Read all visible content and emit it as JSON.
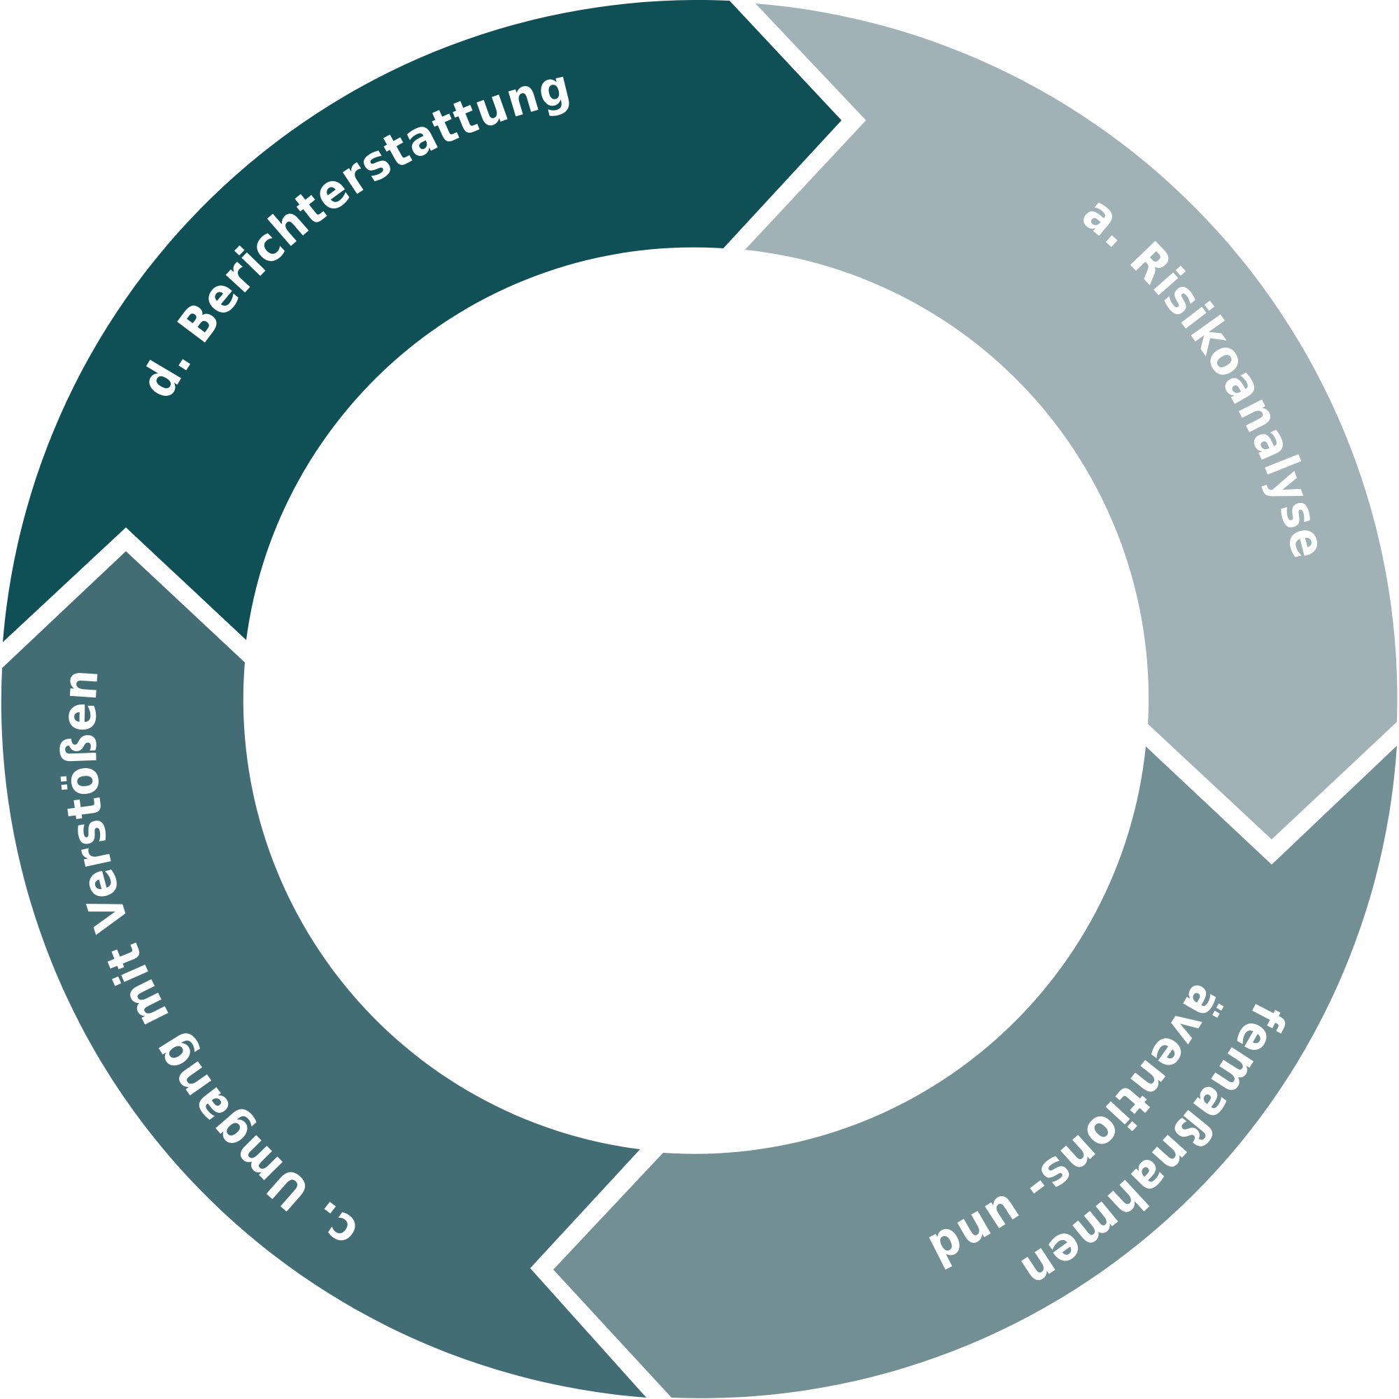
{
  "diagram": {
    "type": "cycle",
    "segments": [
      {
        "id": "a",
        "label": "a. Risikoanalyse",
        "color": "#a0b2b5"
      },
      {
        "id": "b",
        "label_line1": "b. Präventions- und",
        "label_line2": "Abhilfemaßnahmen",
        "color": "#728f94"
      },
      {
        "id": "c",
        "label": "c. Umgang mit Verstößen",
        "color": "#436d74"
      },
      {
        "id": "d",
        "label": "d. Berichterstattung",
        "color": "#0f5057"
      }
    ]
  }
}
